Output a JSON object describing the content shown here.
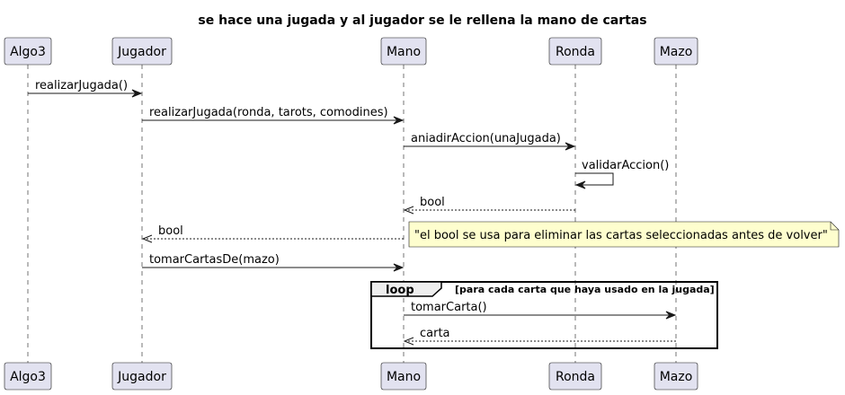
{
  "title": "se hace una jugada y al jugador se le rellena la mano de cartas",
  "participants": [
    {
      "id": "algo3",
      "label": "Algo3"
    },
    {
      "id": "jugador",
      "label": "Jugador"
    },
    {
      "id": "mano",
      "label": "Mano"
    },
    {
      "id": "ronda",
      "label": "Ronda"
    },
    {
      "id": "mazo",
      "label": "Mazo"
    }
  ],
  "messages": [
    {
      "from": "algo3",
      "to": "jugador",
      "label": "realizarJugada()",
      "style": "solid"
    },
    {
      "from": "jugador",
      "to": "mano",
      "label": "realizarJugada(ronda, tarots, comodines)",
      "style": "solid"
    },
    {
      "from": "mano",
      "to": "ronda",
      "label": "aniadirAccion(unaJugada)",
      "style": "solid"
    },
    {
      "from": "ronda",
      "to": "ronda",
      "label": "validarAccion()",
      "style": "self"
    },
    {
      "from": "ronda",
      "to": "mano",
      "label": "bool",
      "style": "dashed"
    },
    {
      "from": "mano",
      "to": "jugador",
      "label": "bool",
      "style": "dashed"
    },
    {
      "from": "jugador",
      "to": "mano",
      "label": "tomarCartasDe(mazo)",
      "style": "solid"
    },
    {
      "from": "mano",
      "to": "mazo",
      "label": "tomarCarta()",
      "style": "solid"
    },
    {
      "from": "mazo",
      "to": "mano",
      "label": "carta",
      "style": "dashed"
    }
  ],
  "note": {
    "text": "\"el bool se usa para eliminar las cartas seleccionadas antes de volver\""
  },
  "loop": {
    "keyword": "loop",
    "guard": "[para cada carta que haya usado en la jugada]"
  },
  "colors": {
    "participant_fill": "#e2e2f0",
    "participant_border": "#181818",
    "note_fill": "#fefece",
    "lifeline": "#181818",
    "arrow": "#181818",
    "loop_header_fill": "#eeeeee"
  }
}
